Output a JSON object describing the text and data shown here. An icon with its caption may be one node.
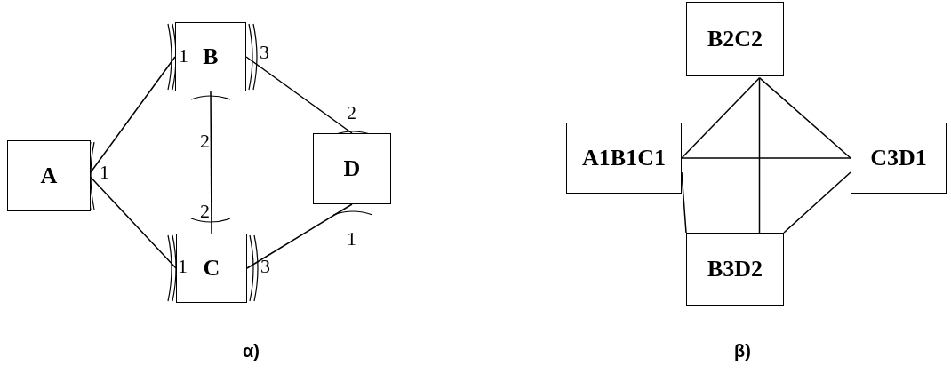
{
  "diagram": {
    "nodes": [
      {
        "text": [
          "A"
        ]
      },
      {
        "text": [
          "B"
        ]
      },
      {
        "text": [
          "C"
        ]
      },
      {
        "text": [
          "D"
        ]
      },
      {
        "text": [
          "B2C2"
        ]
      },
      {
        "text": [
          "A1B1C1"
        ]
      },
      {
        "text": [
          "C3D1"
        ]
      },
      {
        "text": [
          "B3D2"
        ]
      }
    ],
    "edges": [
      {
        "from": 0,
        "to": 1,
        "arrow": "none"
      },
      {
        "from": 0,
        "to": 2,
        "arrow": "none"
      },
      {
        "from": 1,
        "to": 2,
        "arrow": "none"
      },
      {
        "from": 1,
        "to": 3,
        "arrow": "none"
      },
      {
        "from": 2,
        "to": 3,
        "arrow": "none"
      },
      {
        "from": 4,
        "to": 5,
        "arrow": "none"
      },
      {
        "from": 4,
        "to": 6,
        "arrow": "none"
      },
      {
        "from": 4,
        "to": 7,
        "arrow": "none"
      },
      {
        "from": 5,
        "to": 6,
        "arrow": "none"
      },
      {
        "from": 5,
        "to": 7,
        "arrow": "none"
      },
      {
        "from": 6,
        "to": 7,
        "arrow": "none"
      }
    ],
    "labels": [
      "1",
      "3",
      "2",
      "2",
      "1",
      "2",
      "1",
      "1",
      "3",
      "α)",
      "β)"
    ]
  }
}
